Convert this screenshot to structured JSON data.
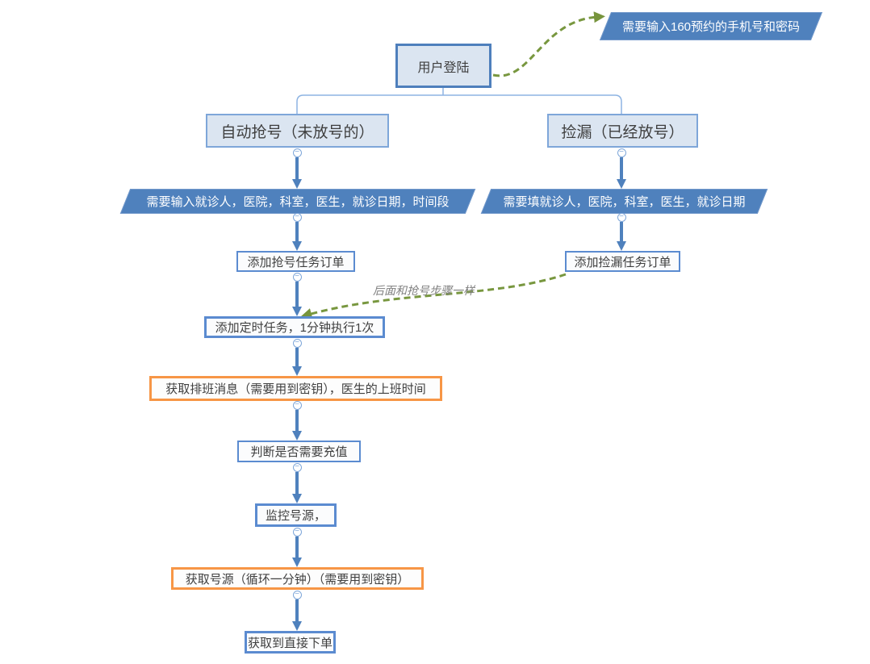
{
  "diagram": {
    "nodes": {
      "user_login": {
        "label": "用户登陆"
      },
      "login_note": {
        "label": "需要输入160预约的手机号和密码"
      },
      "branch_auto": {
        "label": "自动抢号（未放号的）"
      },
      "branch_pickup": {
        "label": "捡漏（已经放号）"
      },
      "input_auto": {
        "label": "需要输入就诊人，医院，科室，医生，就诊日期，时间段"
      },
      "input_pickup": {
        "label": "需要填就诊人，医院，科室，医生，就诊日期"
      },
      "add_grab_task": {
        "label": "添加抢号任务订单"
      },
      "add_pickup_task": {
        "label": "添加捡漏任务订单"
      },
      "add_timer_task": {
        "label": "添加定时任务，1分钟执行1次"
      },
      "get_schedule": {
        "label": "获取排班消息（需要用到密钥），医生的上班时间"
      },
      "check_recharge": {
        "label": "判断是否需要充值"
      },
      "monitor_source": {
        "label": "监控号源，"
      },
      "get_source": {
        "label": "获取号源（循环一分钟）（需要用到密钥）"
      },
      "direct_order": {
        "label": "获取到直接下单"
      }
    },
    "annotations": {
      "same_as_grab": {
        "label": "后面和抢号步骤一样"
      }
    },
    "toggle_glyph": "−",
    "colors": {
      "accent_blue": "#4f81bd",
      "light_blue_fill": "#dbe5f1",
      "node_border_blue": "#5b8bd0",
      "banner_fill": "#4f81bd",
      "orange_border": "#f79646",
      "green_dashed": "#78973f",
      "annotation_gray": "#808080"
    }
  }
}
